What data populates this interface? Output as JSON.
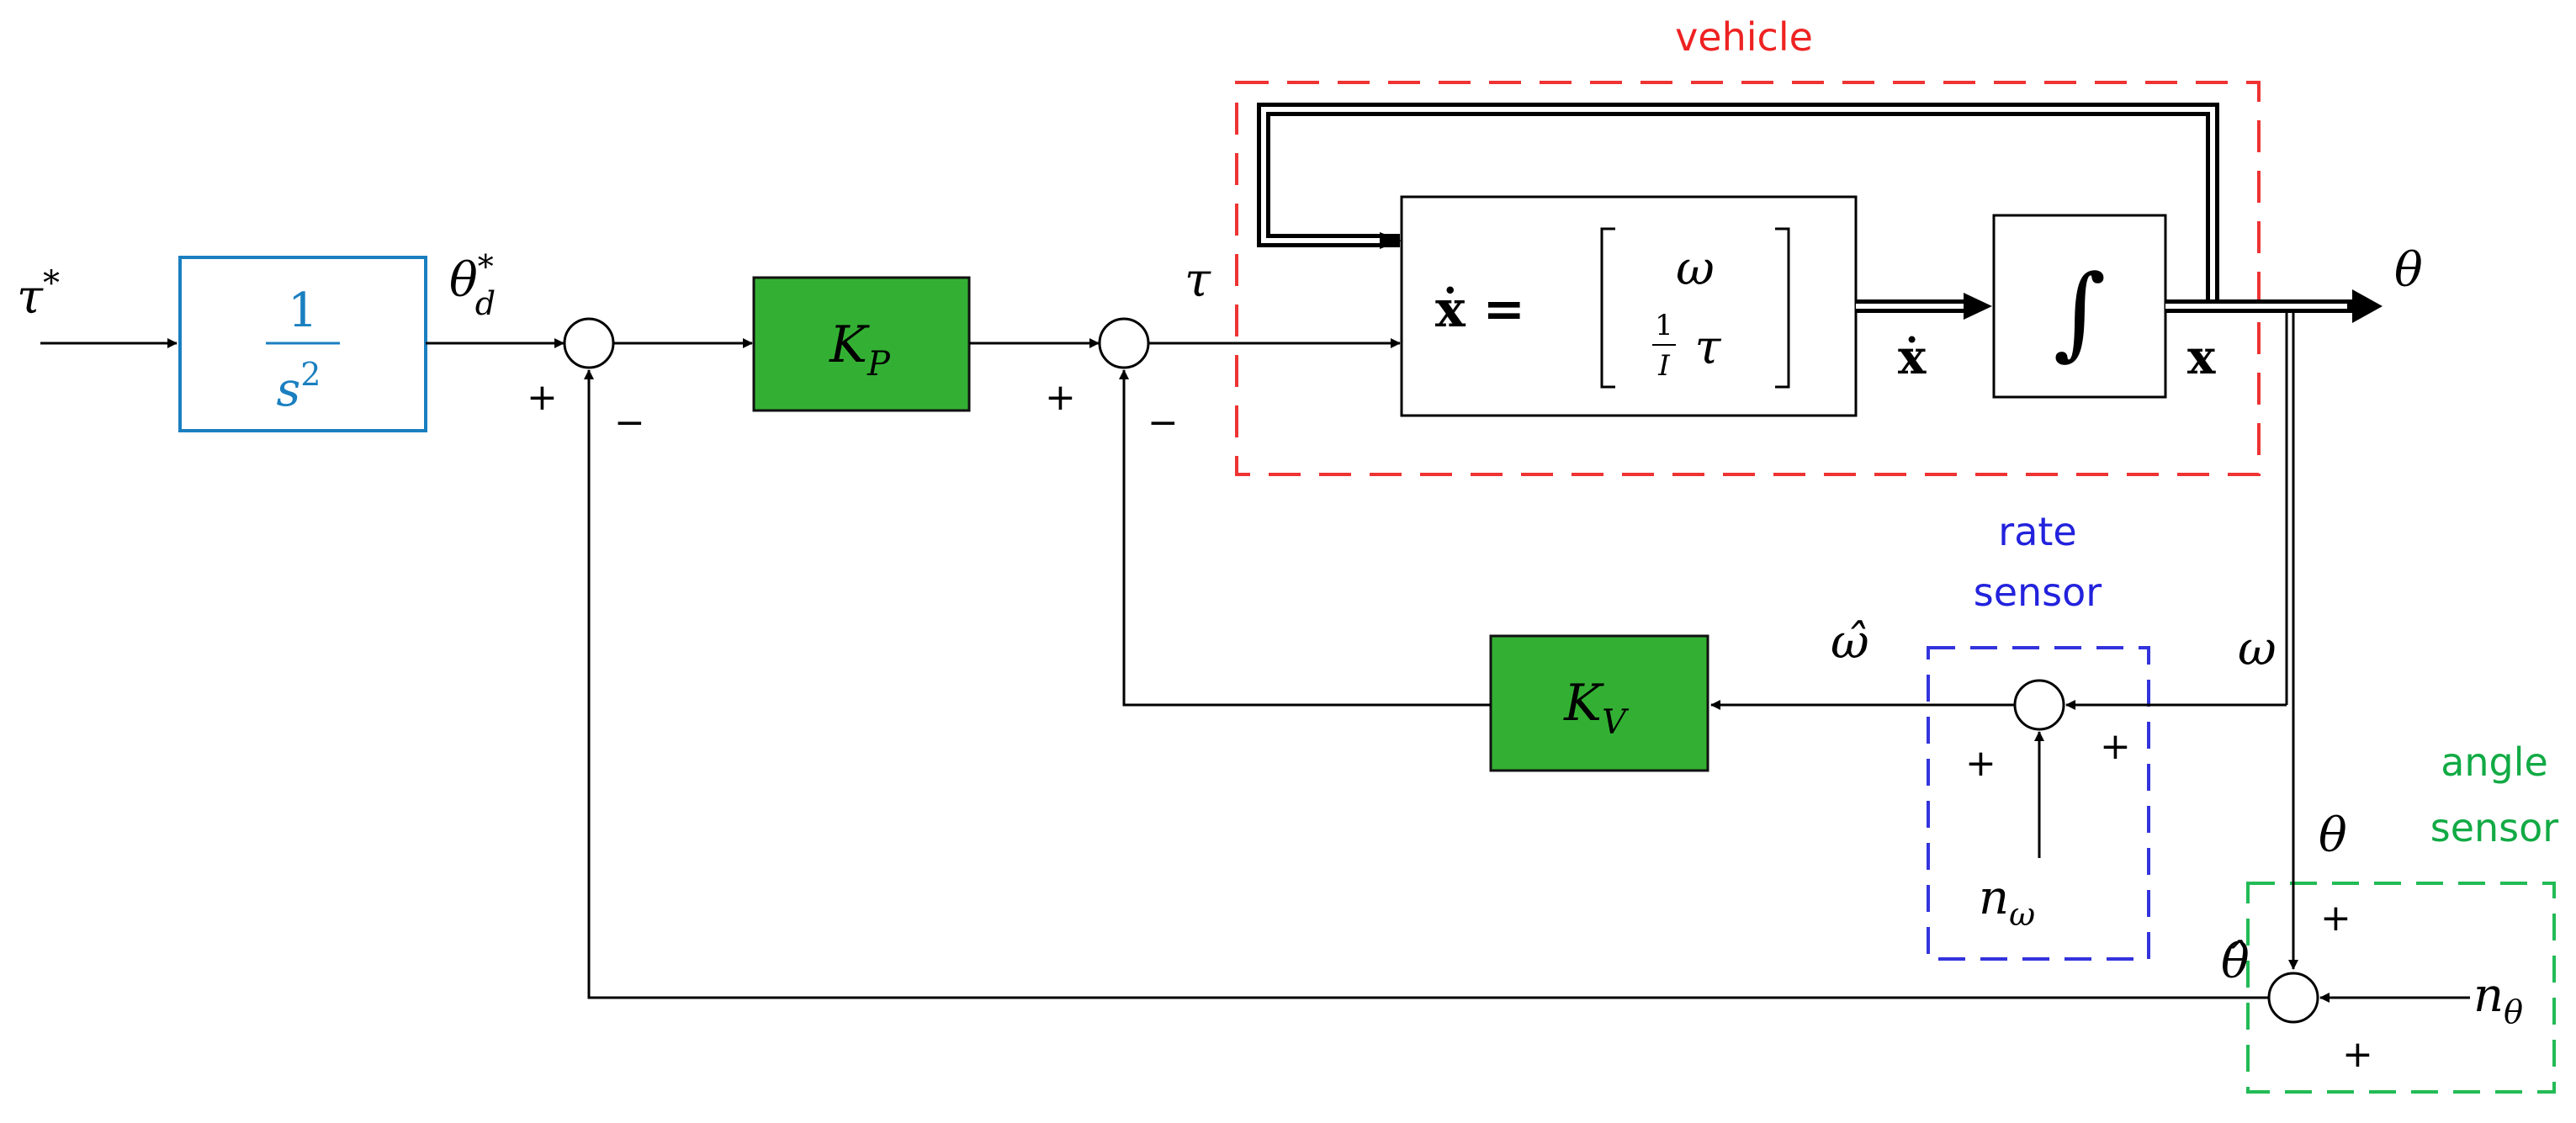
{
  "labels": {
    "vehicle": "vehicle",
    "rate_sensor_line1": "rate",
    "rate_sensor_line2": "sensor",
    "angle_sensor_line1": "angle",
    "angle_sensor_line2": "sensor"
  },
  "signals": {
    "tau_star": "τ",
    "tau_star_sup": "*",
    "theta_d": "θ",
    "theta_d_sup": "*",
    "theta_d_sub": "d",
    "tau": "τ",
    "theta_out": "θ",
    "x_dot": "ẋ",
    "x": "x",
    "omega": "ω",
    "omega_hat": "ω̂",
    "theta_branch": "θ",
    "theta_hat": "θ̂",
    "n_omega": "n",
    "n_omega_sub": "ω",
    "n_theta": "n",
    "n_theta_sub": "θ"
  },
  "blocks": {
    "prefilter_num": "1",
    "prefilter_den": "s",
    "prefilter_den_exp": "2",
    "kp": "K",
    "kp_sub": "P",
    "kv": "K",
    "kv_sub": "V",
    "dyn_lhs": "ẋ =",
    "dyn_row1": "ω",
    "dyn_frac_num": "1",
    "dyn_frac_den": "I",
    "dyn_row2": "τ",
    "integrator": "∫"
  },
  "signs": {
    "sum1_in": "+",
    "sum1_fb": "−",
    "sum2_in": "+",
    "sum2_fb": "−",
    "rate_left": "+",
    "rate_right": "+",
    "angle_top": "+",
    "angle_bottom": "+"
  },
  "colors": {
    "vehicle_box": "#ee3333",
    "rate_box": "#3333dd",
    "angle_box": "#22bb55",
    "prefilter": "#1a7fc0",
    "gain_fill": "#33b033"
  }
}
